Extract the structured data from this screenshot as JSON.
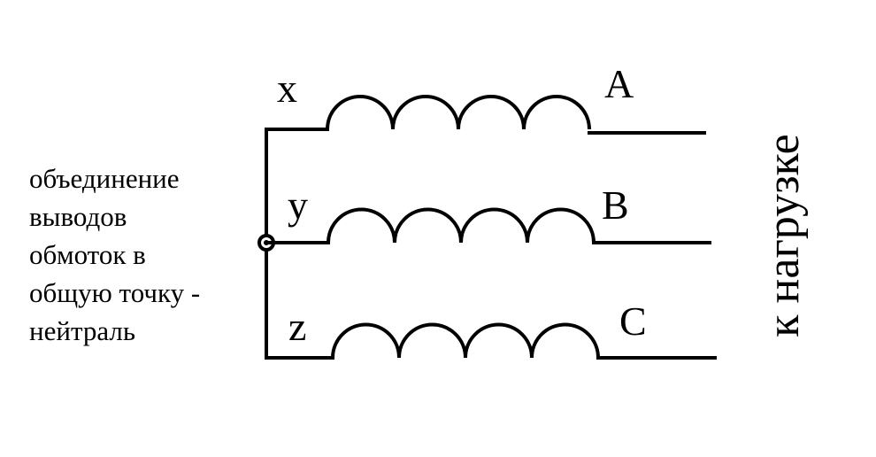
{
  "caption": {
    "lines": [
      "объединение",
      "выводов",
      "обмоток в",
      "общую точку -",
      "нейтраль"
    ]
  },
  "windings": [
    {
      "start_label": "x",
      "end_label": "A"
    },
    {
      "start_label": "y",
      "end_label": "B"
    },
    {
      "start_label": "z",
      "end_label": "C"
    }
  ],
  "load_label": "к нагрузке",
  "colors": {
    "line": "#000000",
    "background": "#ffffff"
  }
}
